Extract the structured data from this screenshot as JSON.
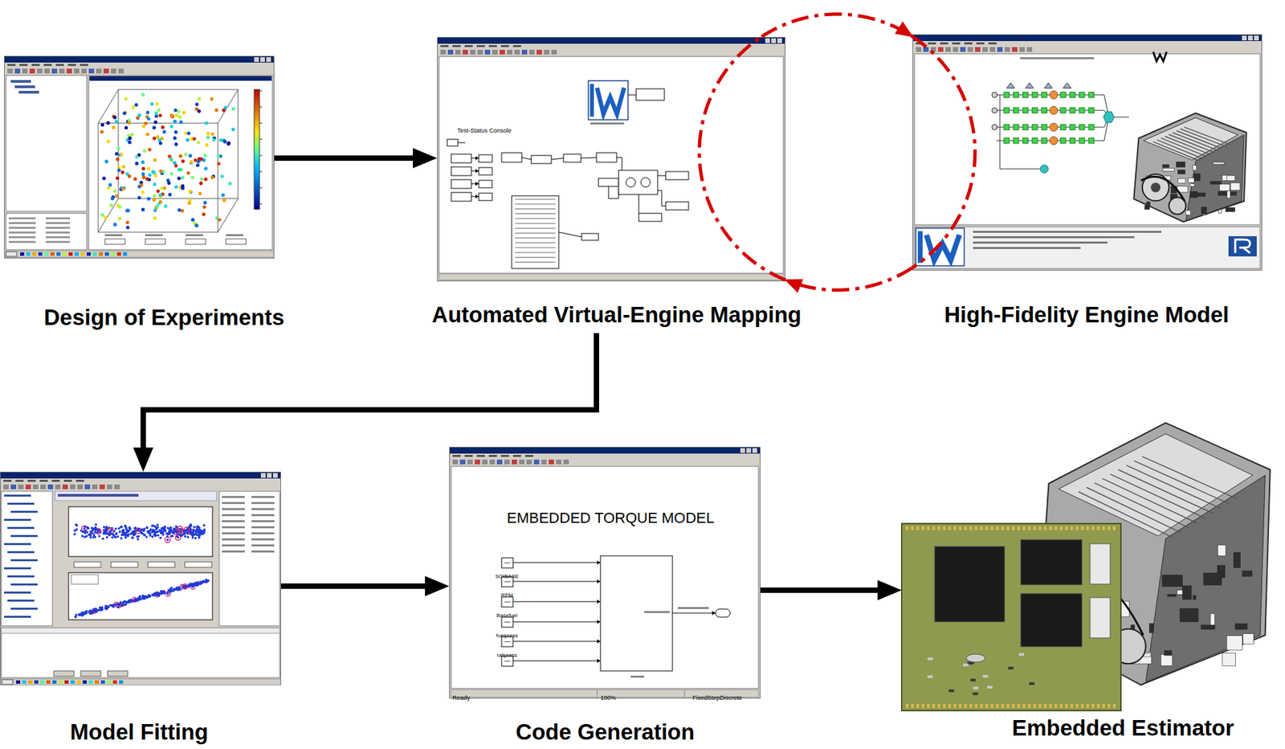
{
  "diagram": {
    "nodes": [
      {
        "text": [
          "Design of Experiments"
        ]
      },
      {
        "text": [
          "Automated Virtual-Engine Mapping"
        ]
      },
      {
        "text": [
          "High-Fidelity Engine Model"
        ]
      },
      {
        "text": [
          "Model Fitting"
        ]
      },
      {
        "text": [
          "Code Generation"
        ]
      },
      {
        "text": [
          "Embedded Estimator"
        ]
      }
    ],
    "edges": [
      {
        "from": 0,
        "to": 1,
        "arrow": "to"
      },
      {
        "from": 1,
        "to": 2,
        "arrow": "to"
      },
      {
        "from": 2,
        "to": 1,
        "arrow": "to"
      },
      {
        "from": 1,
        "to": 3,
        "arrow": "to"
      },
      {
        "from": 3,
        "to": 4,
        "arrow": "to"
      },
      {
        "from": 4,
        "to": 5,
        "arrow": "to"
      }
    ],
    "labels": [
      "Test-Status Console",
      "EMBEDDED TORQUE MODEL",
      "SOIBASE",
      "RPM",
      "Basefuel",
      "fuelpress",
      "railpress",
      "Ready",
      "100%",
      "FixedStepDiscrete"
    ]
  }
}
